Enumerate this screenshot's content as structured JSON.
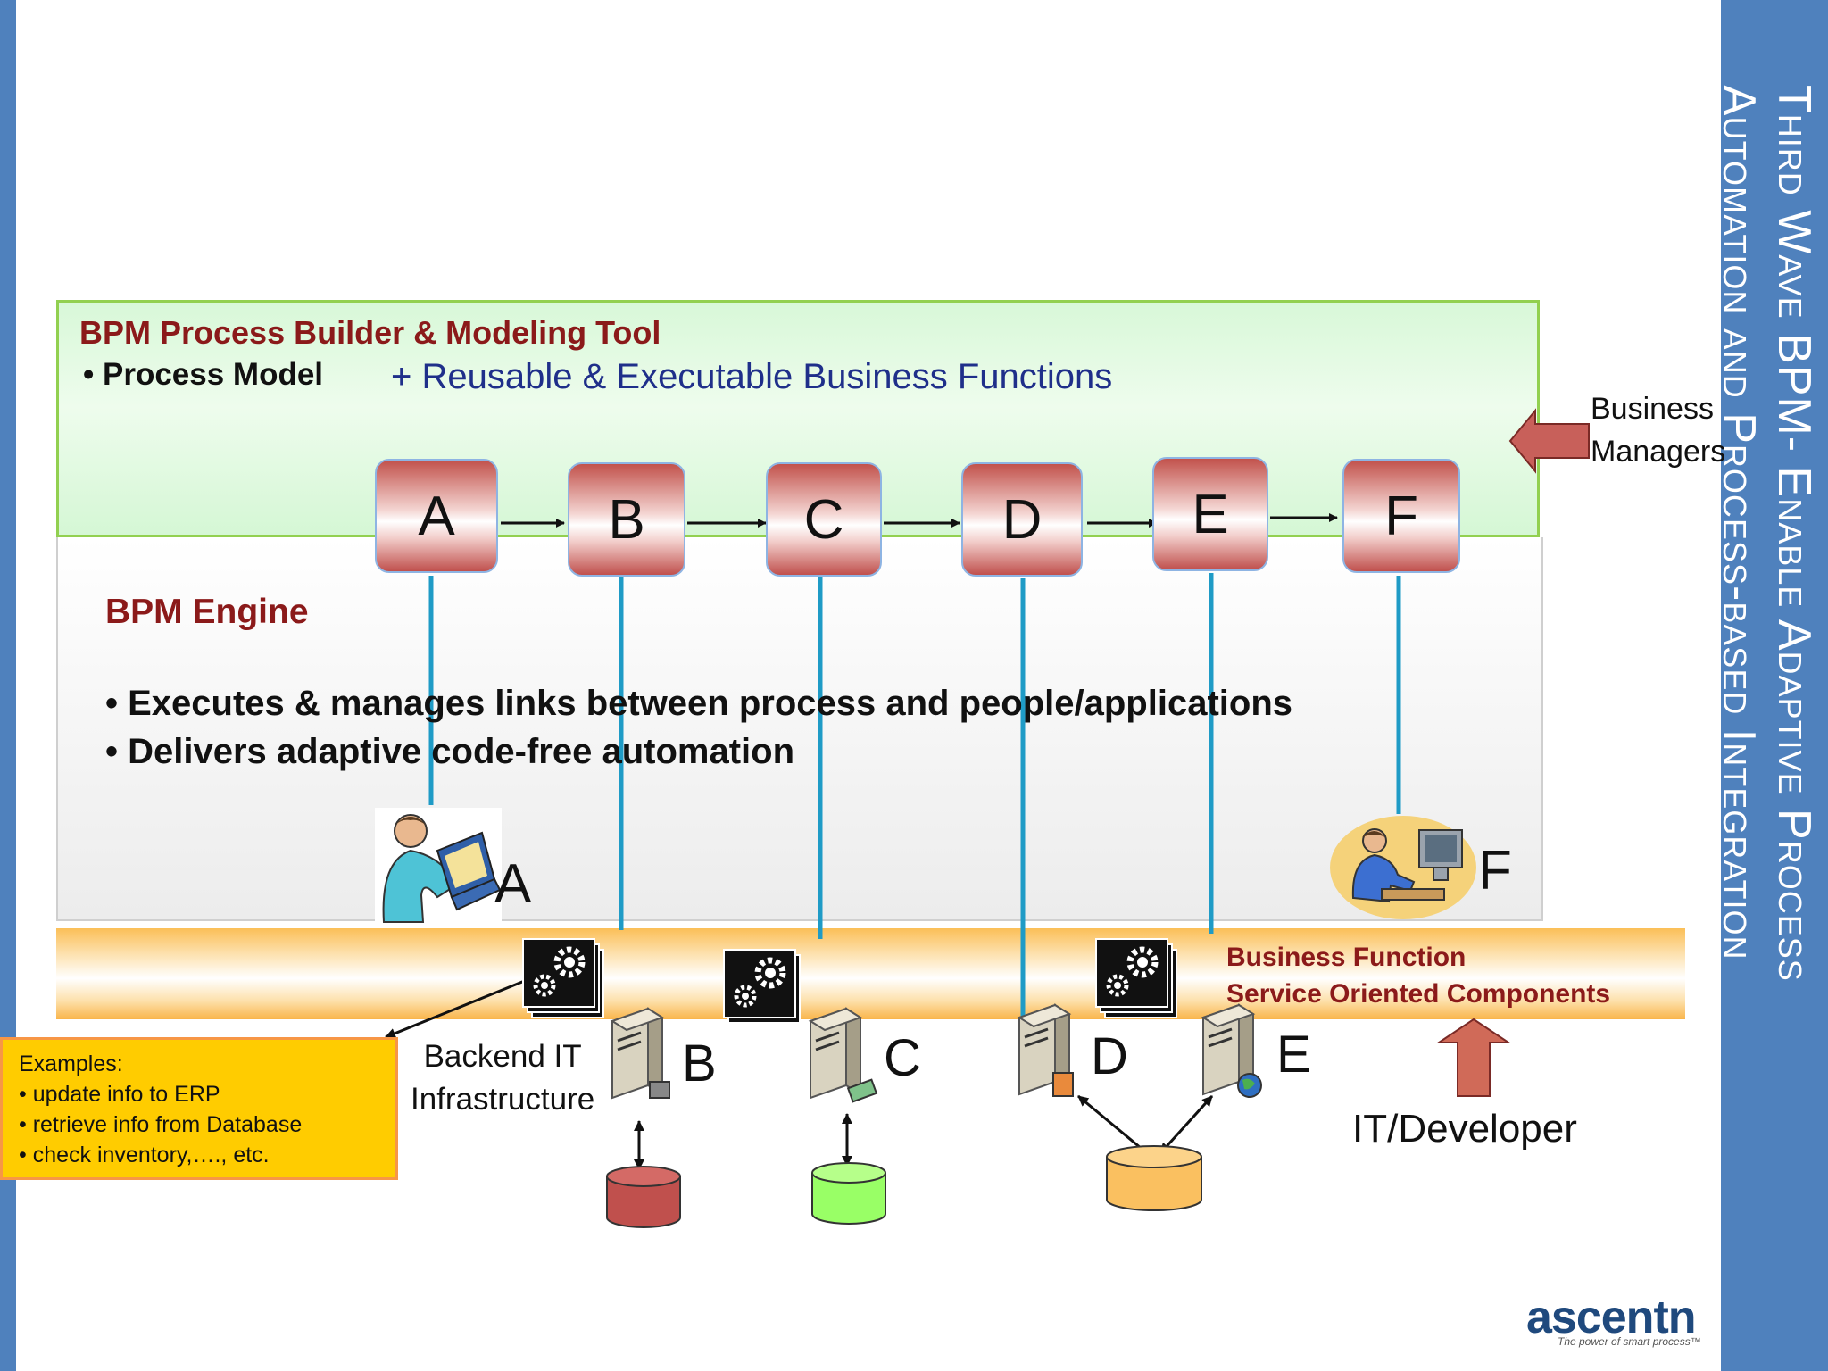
{
  "slide_title": {
    "line1": "Third Wave BPM- Enable Adaptive Process",
    "line2": "Automation and Process-based Integration"
  },
  "builder": {
    "title": "BPM Process Builder & Modeling Tool",
    "process_model": "• Process Model",
    "reusable": "+ Reusable & Executable Business Functions"
  },
  "steps": [
    "A",
    "B",
    "C",
    "D",
    "E",
    "F"
  ],
  "business_managers": {
    "line1": "Business",
    "line2": "Managers"
  },
  "engine": {
    "title": "BPM Engine",
    "bullet1": "• Executes & manages links between process and people/applications",
    "bullet2": "• Delivers adaptive code-free automation"
  },
  "people_labels": {
    "a": "A",
    "f": "F"
  },
  "business_function": {
    "line1": "Business Function",
    "line2": "Service Oriented Components"
  },
  "backend": {
    "line1": "Backend IT",
    "line2": "Infrastructure"
  },
  "server_labels": {
    "b": "B",
    "c": "C",
    "d": "D",
    "e": "E"
  },
  "it_developer": "IT/Developer",
  "examples": {
    "title": "Examples:",
    "items": [
      "• update info to ERP",
      "• retrieve info from Database",
      "• check inventory,…., etc."
    ]
  },
  "logo": {
    "name": "ascentn",
    "tagline": "The power of smart process™"
  },
  "colors": {
    "accent_blue": "#4f81bd",
    "maroon": "#8b1a1a",
    "green_border": "#92d050",
    "db_red": "#c0504d",
    "db_green": "#99ff66",
    "db_orange": "#fac060",
    "arrow_red": "#c0504d",
    "examples_fill": "#ffcc00"
  }
}
